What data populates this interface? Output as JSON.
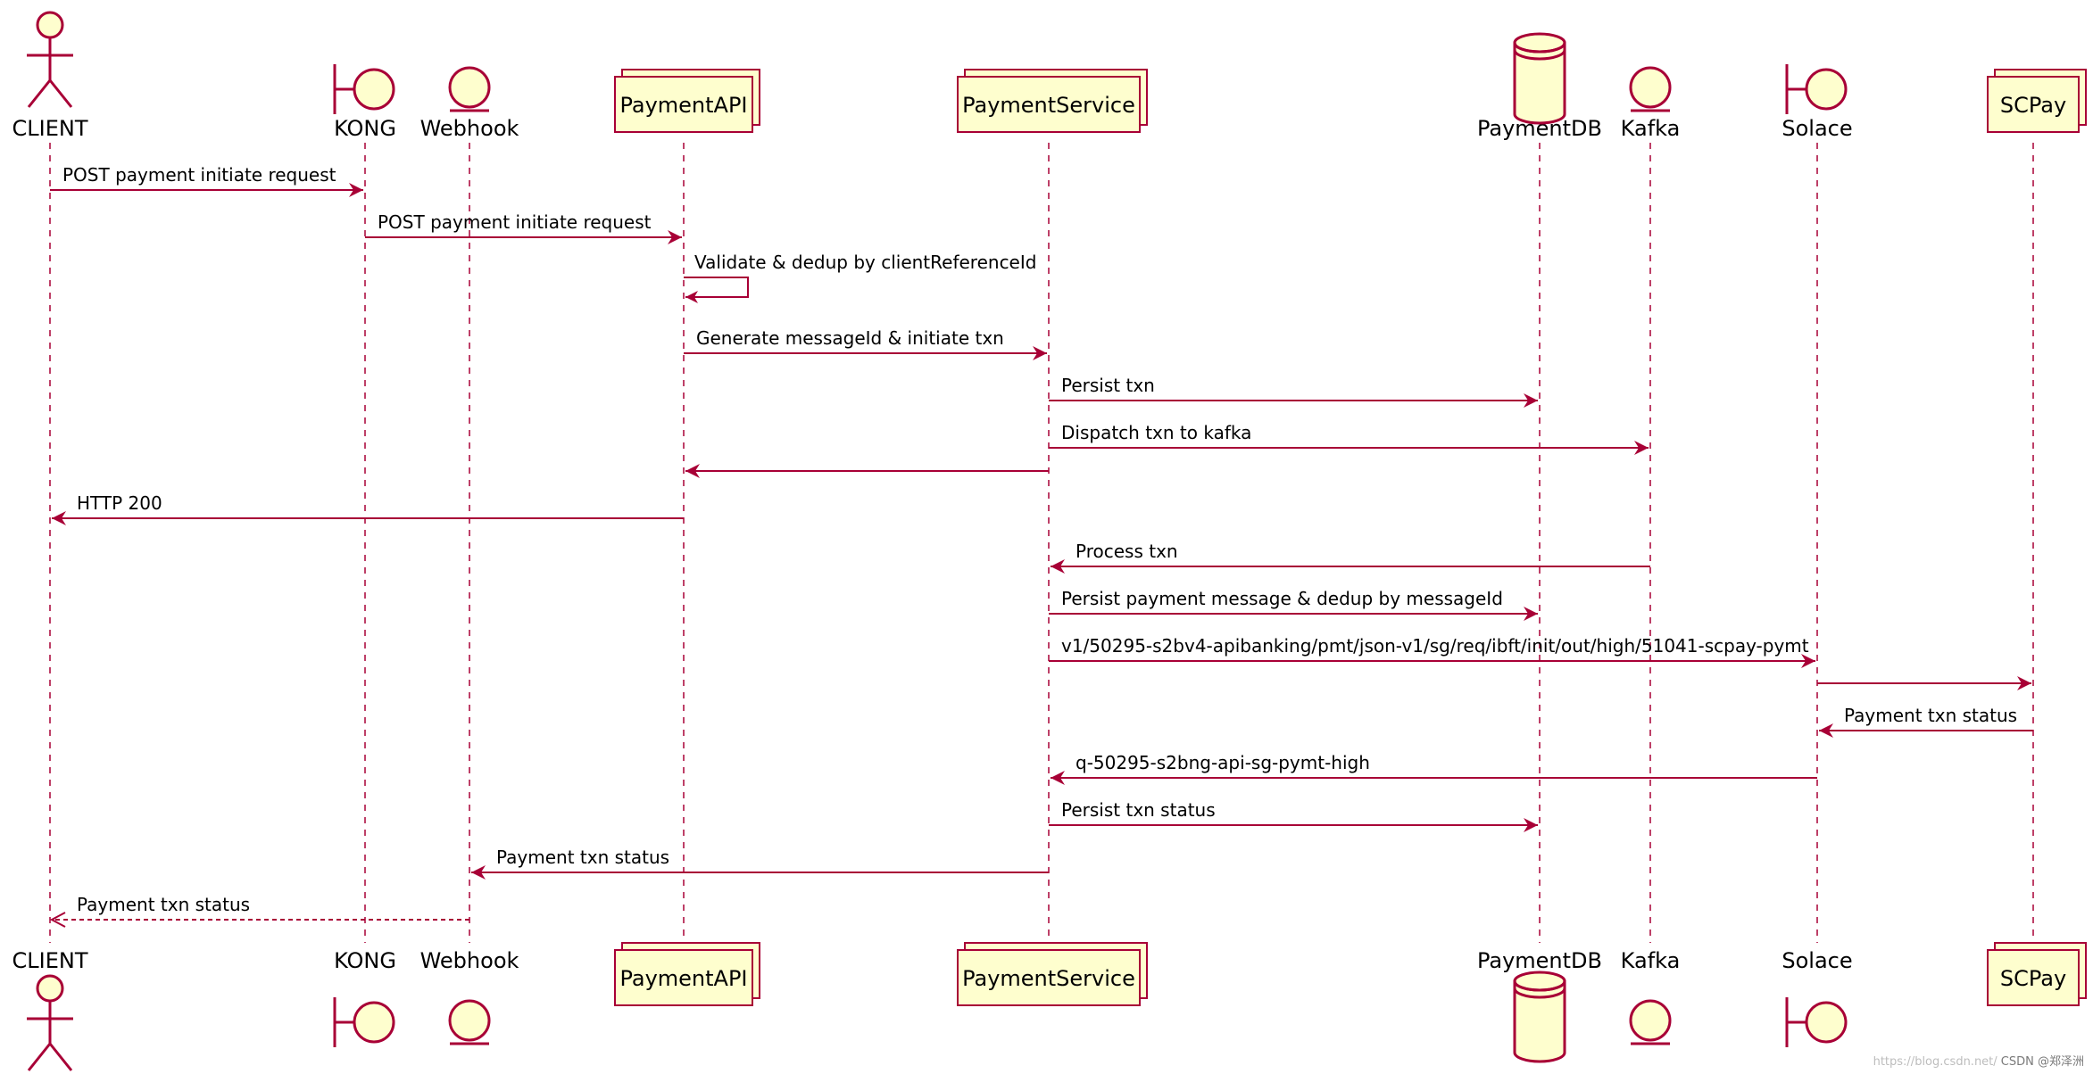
{
  "participants": [
    {
      "id": "client",
      "name": "CLIENT",
      "kind": "actor"
    },
    {
      "id": "kong",
      "name": "KONG",
      "kind": "boundary"
    },
    {
      "id": "webhook",
      "name": "Webhook",
      "kind": "entity"
    },
    {
      "id": "paymentapi",
      "name": "PaymentAPI",
      "kind": "collections"
    },
    {
      "id": "paymentservice",
      "name": "PaymentService",
      "kind": "collections"
    },
    {
      "id": "paymentdb",
      "name": "PaymentDB",
      "kind": "database"
    },
    {
      "id": "kafka",
      "name": "Kafka",
      "kind": "entity"
    },
    {
      "id": "solace",
      "name": "Solace",
      "kind": "boundary"
    },
    {
      "id": "scpay",
      "name": "SCPay",
      "kind": "collections"
    }
  ],
  "messages": [
    {
      "from": "client",
      "to": "kong",
      "label": "POST payment initiate request",
      "style": "solid"
    },
    {
      "from": "kong",
      "to": "paymentapi",
      "label": "POST payment initiate request",
      "style": "solid"
    },
    {
      "from": "paymentapi",
      "to": "paymentapi",
      "label": "Validate & dedup by clientReferenceId",
      "style": "solid"
    },
    {
      "from": "paymentapi",
      "to": "paymentservice",
      "label": "Generate messageId & initiate txn",
      "style": "solid"
    },
    {
      "from": "paymentservice",
      "to": "paymentdb",
      "label": "Persist txn",
      "style": "solid"
    },
    {
      "from": "paymentservice",
      "to": "kafka",
      "label": "Dispatch txn to kafka",
      "style": "solid"
    },
    {
      "from": "paymentservice",
      "to": "paymentapi",
      "label": "",
      "style": "solid"
    },
    {
      "from": "paymentapi",
      "to": "client",
      "label": "HTTP 200",
      "style": "solid"
    },
    {
      "from": "kafka",
      "to": "paymentservice",
      "label": "Process txn",
      "style": "solid"
    },
    {
      "from": "paymentservice",
      "to": "paymentdb",
      "label": "Persist payment message & dedup by messageId",
      "style": "solid"
    },
    {
      "from": "paymentservice",
      "to": "solace",
      "label": "v1/50295-s2bv4-apibanking/pmt/json-v1/sg/req/ibft/init/out/high/51041-scpay-pymt",
      "style": "solid"
    },
    {
      "from": "solace",
      "to": "scpay",
      "label": "",
      "style": "solid"
    },
    {
      "from": "scpay",
      "to": "solace",
      "label": "Payment txn status",
      "style": "solid"
    },
    {
      "from": "solace",
      "to": "paymentservice",
      "label": "q-50295-s2bng-api-sg-pymt-high",
      "style": "solid"
    },
    {
      "from": "paymentservice",
      "to": "paymentdb",
      "label": "Persist txn status",
      "style": "solid"
    },
    {
      "from": "paymentservice",
      "to": "webhook",
      "label": "Payment txn status",
      "style": "solid"
    },
    {
      "from": "webhook",
      "to": "client",
      "label": "Payment txn status",
      "style": "dashed"
    }
  ],
  "watermark": {
    "url": "https://blog.csdn.net/",
    "brand": "CSDN @郑泽洲"
  },
  "colors": {
    "line": "#a80036",
    "fill": "#fefece"
  }
}
